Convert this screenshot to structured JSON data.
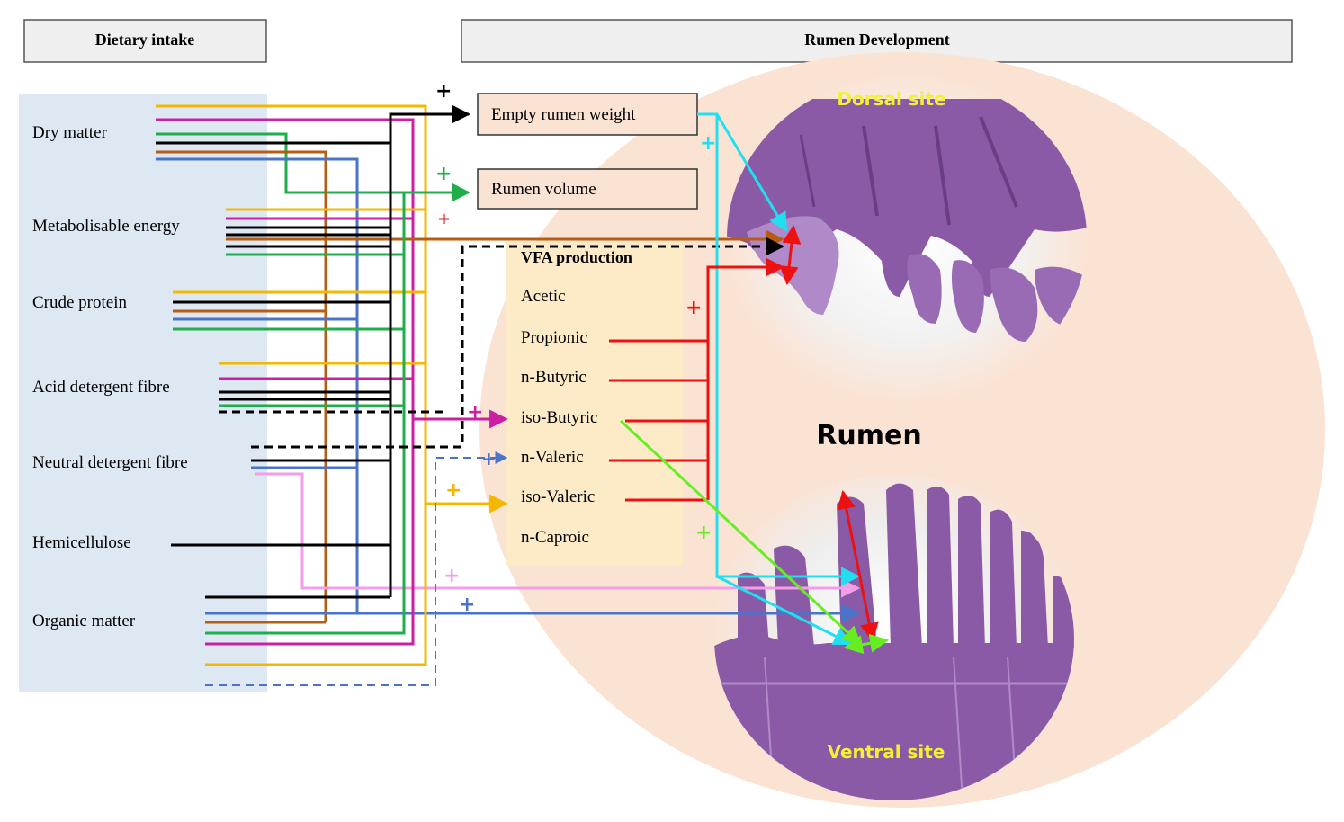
{
  "headers": {
    "dietary_intake": "Dietary intake",
    "rumen_development": "Rumen Development"
  },
  "diet_labels": [
    "Dry matter",
    "Metabolisable energy",
    "Crude protein",
    "Acid detergent fibre",
    "Neutral detergent fibre",
    "Hemicellulose",
    "Organic matter"
  ],
  "outcomes": {
    "empty_rumen_weight": "Empty rumen weight",
    "rumen_volume": "Rumen volume"
  },
  "vfa": {
    "title": "VFA production",
    "items": [
      "Acetic",
      "Propionic",
      "n-Butyric",
      "iso-Butyric",
      "n-Valeric",
      "iso-Valeric",
      "n-Caproic"
    ]
  },
  "rumen": {
    "label": "Rumen",
    "dorsal_label": "Dorsal site",
    "ventral_label": "Ventral site"
  },
  "plus_sign": "+",
  "colors": {
    "dry_matter_black": "#000000",
    "energy_orange": "#f5b800",
    "protein_magenta": "#cc1fa3",
    "fibre_green": "#1fae4b",
    "brown": "#b85c12",
    "blue": "#4a74c9",
    "pink": "#f59ee8",
    "cyan": "#20e0f0",
    "red": "#ee1111",
    "lime": "#66ee22",
    "diet_panel_bg": "#dde8f3",
    "rumen_bg": "#fbe3d4",
    "vfa_bg": "#fdebc8",
    "tissue_purple": "#8a5aa6",
    "site_label_yellow": "#f2f230"
  }
}
